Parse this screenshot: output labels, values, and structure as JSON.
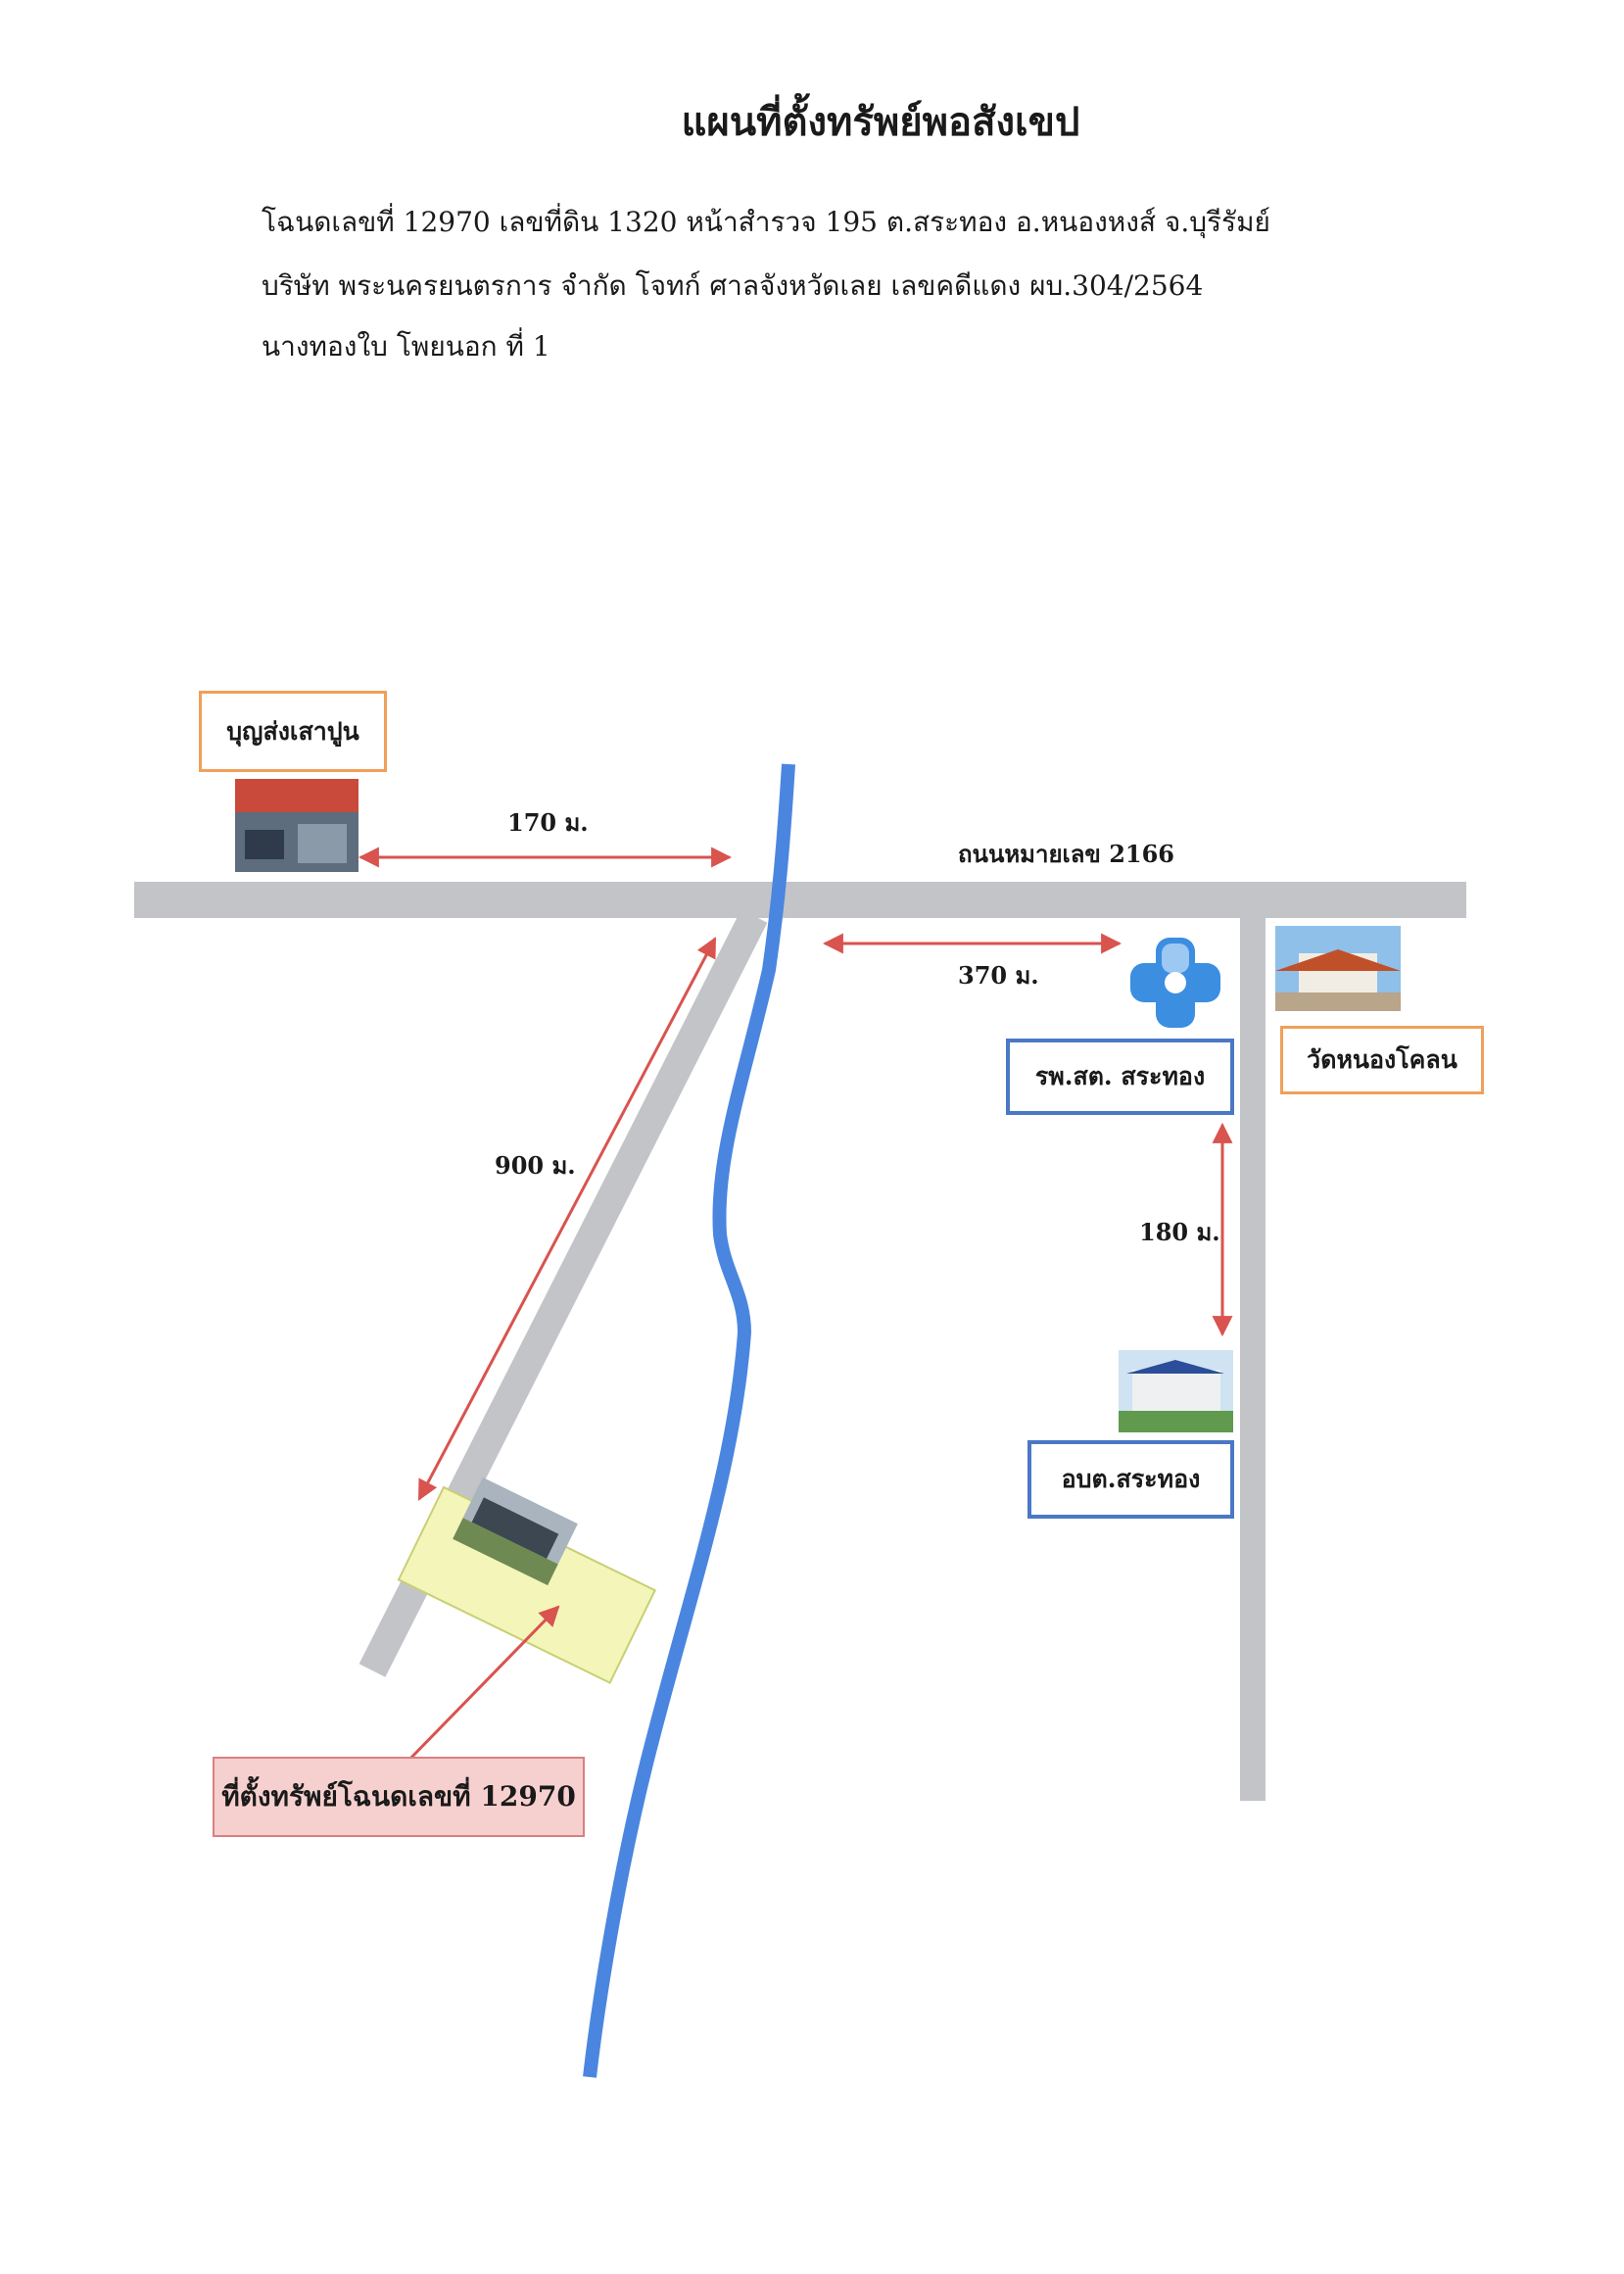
{
  "title": "แผนที่ตั้งทรัพย์พอสังเขป",
  "info_lines": [
    "โฉนดเลขที่ 12970 เลขที่ดิน 1320 หน้าสำรวจ 195 ต.สระทอง อ.หนองหงส์ จ.บุรีรัมย์",
    "บริษัท พระนครยนตรการ จำกัด โจทก์  ศาลจังหวัดเลย เลขคดีแดง ผบ.304/2564",
    "นางทองใบ โพยนอก ที่ 1"
  ],
  "road_label": "ถนนหมายเลข 2166",
  "landmarks": {
    "cement_shop": "บุญส่งเสาปูน",
    "health_center": "รพ.สต. สระทอง",
    "temple": "วัดหนองโคลน",
    "sao": "อบต.สระทอง",
    "property": "ที่ตั้งทรัพย์โฉนดเลขที่ 12970"
  },
  "distances": {
    "shop_to_junction": "170 ม.",
    "junction_to_health": "370 ม.",
    "along_branch_road": "900 ม.",
    "health_to_sao": "180 ม."
  },
  "colors": {
    "road": "#c3c4c8",
    "river": "#4a86e0",
    "arrow": "#d9534f",
    "orange_border": "#f0a05a",
    "blue_border": "#4a78c4",
    "property_fill": "#f3f6b8"
  }
}
